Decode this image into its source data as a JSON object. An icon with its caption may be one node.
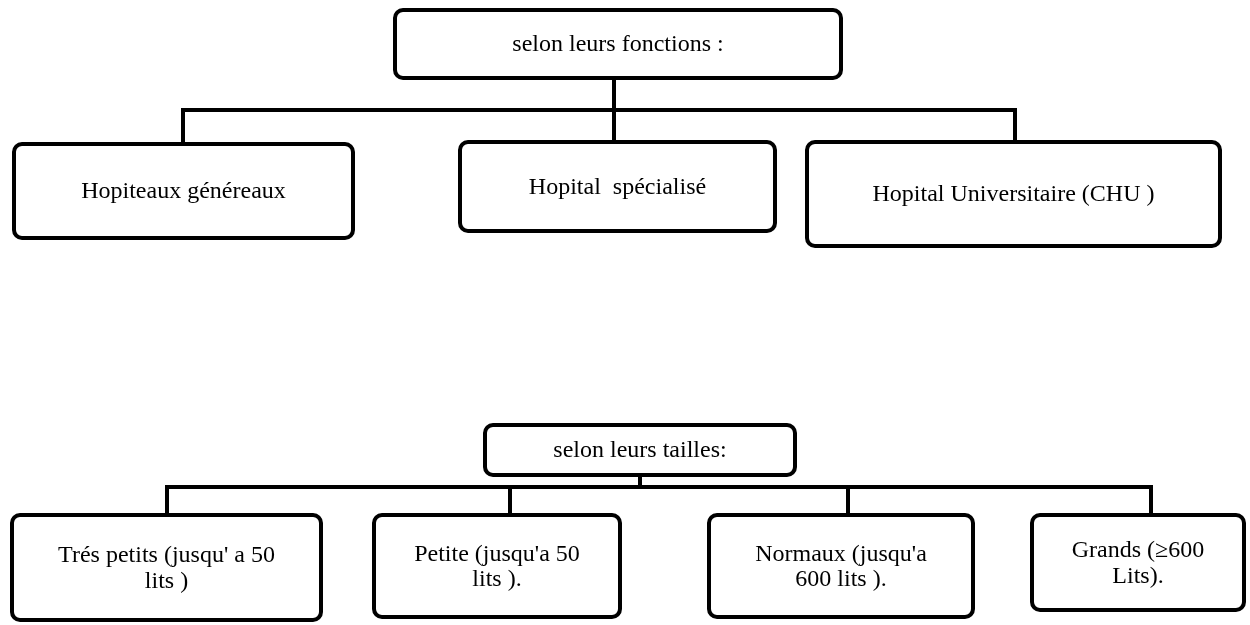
{
  "diagram": {
    "nodes": [
      {
        "text": [
          "selon leurs fonctions :"
        ]
      },
      {
        "text": [
          "Hopiteaux généreaux"
        ]
      },
      {
        "text": [
          "Hopital  spécialisé"
        ]
      },
      {
        "text": [
          "Hopital Universitaire (CHU )"
        ]
      },
      {
        "text": [
          "selon leurs tailles:"
        ]
      },
      {
        "text": [
          "Trés petits (jusqu' a 50 lits )"
        ]
      },
      {
        "text": [
          "Petite (jusqu'a 50 lits )."
        ]
      },
      {
        "text": [
          "Normaux (jusqu'a 600 lits )."
        ]
      },
      {
        "text": [
          "Grands (≥600 Lits)."
        ]
      }
    ],
    "edges": [
      {
        "from": 0,
        "to": 1,
        "arrow": "none"
      },
      {
        "from": 0,
        "to": 2,
        "arrow": "none"
      },
      {
        "from": 0,
        "to": 3,
        "arrow": "none"
      },
      {
        "from": 4,
        "to": 5,
        "arrow": "none"
      },
      {
        "from": 4,
        "to": 6,
        "arrow": "none"
      },
      {
        "from": 4,
        "to": 7,
        "arrow": "none"
      },
      {
        "from": 4,
        "to": 8,
        "arrow": "none"
      }
    ]
  }
}
